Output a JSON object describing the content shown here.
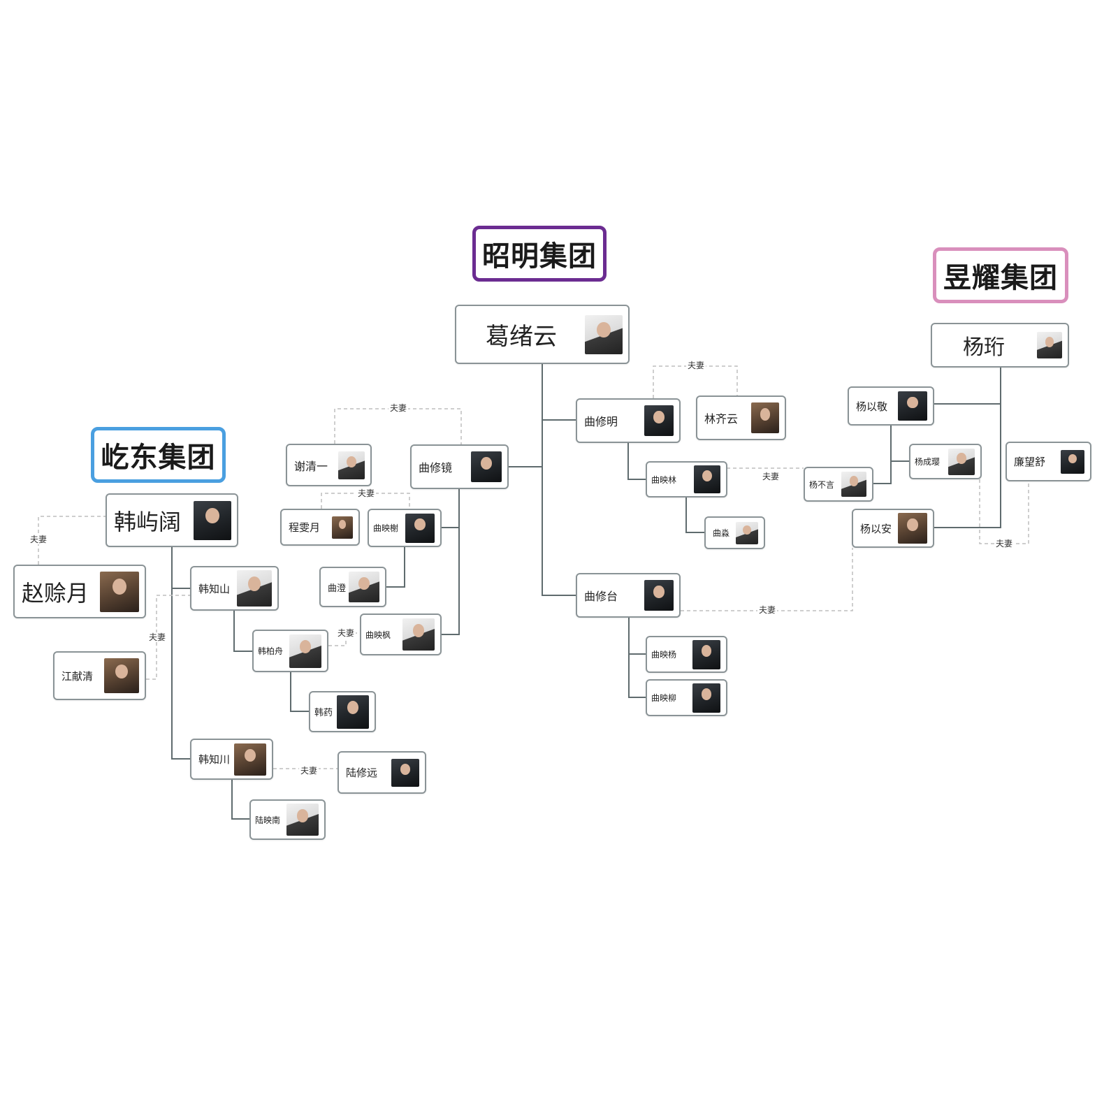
{
  "groups": {
    "zhaoming": {
      "label": "昭明集团",
      "color": "#6b2c91"
    },
    "yudong": {
      "label": "屹东集团",
      "color": "#4a9fe0"
    },
    "yiyao": {
      "label": "昱耀集团",
      "color": "#d98fbc"
    }
  },
  "people": {
    "ge_xuyun": "葛绪云",
    "qu_xiuming": "曲修明",
    "lin_qiyun": "林齐云",
    "qu_xiujing": "曲修镜",
    "xie_qingyi": "谢清一",
    "cheng_wenyue": "程雯月",
    "qu_yingshu": "曲映榭",
    "qu_cheng": "曲澄",
    "qu_yingfeng": "曲映枫",
    "qu_yinglin": "曲映林",
    "qu_miao": "曲淼",
    "qu_xiutai": "曲修台",
    "qu_yingyang": "曲映杨",
    "qu_yingliu": "曲映柳",
    "yang_heng": "杨珩",
    "yang_yijing": "杨以敬",
    "yang_chengying": "杨成璎",
    "yang_buyan": "杨不言",
    "lian_wangshu": "廉望舒",
    "yang_yian": "杨以安",
    "han_yukuo": "韩屿阔",
    "zhao_yueyue": "赵赊月",
    "han_zhishan": "韩知山",
    "jiang_xianqing": "江献清",
    "han_baizhou": "韩柏舟",
    "han_yao": "韩药",
    "han_zhichuan": "韩知川",
    "lu_xiuyuan": "陆修远",
    "lu_yingnan": "陆映南"
  },
  "relation_label": "夫妻",
  "colors": {
    "line": "#5f6b6e",
    "dashed": "#bdbdbd",
    "node_border": "#8a9396"
  }
}
